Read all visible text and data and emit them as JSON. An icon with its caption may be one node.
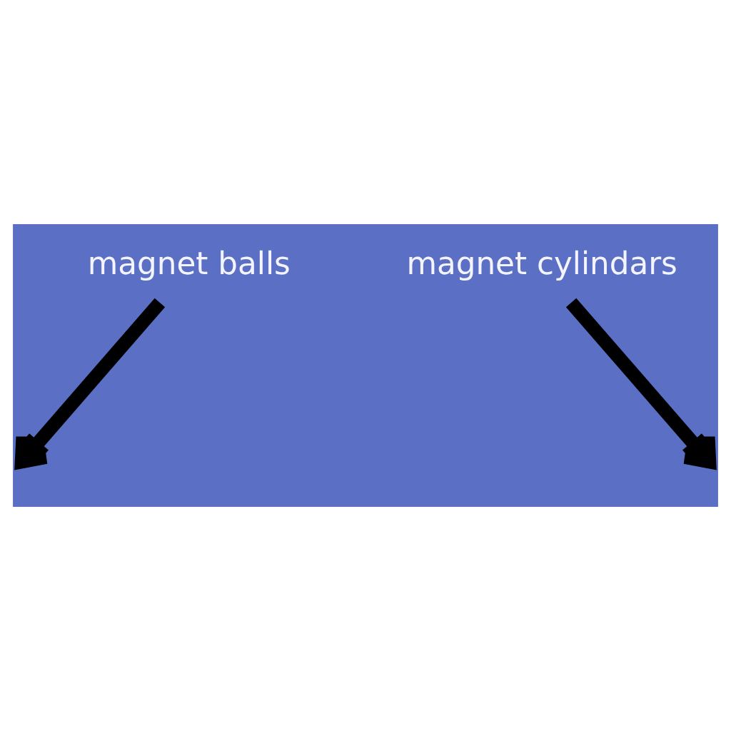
{
  "diagram": {
    "nodes": [
      {
        "text": [
          "magnet balls"
        ]
      },
      {
        "text": [
          "magnet cylindars"
        ]
      }
    ],
    "edges": [
      {
        "from": 0,
        "to": null,
        "arrow": "to"
      },
      {
        "from": 1,
        "to": null,
        "arrow": "to"
      }
    ]
  }
}
